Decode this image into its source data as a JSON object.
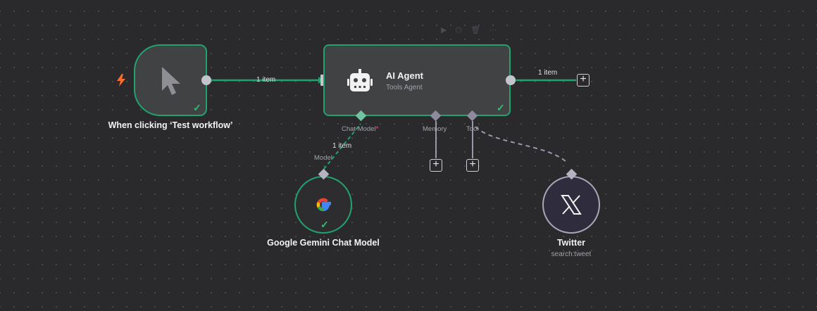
{
  "toolbar": {
    "play": "▶",
    "power": "⏻",
    "trash": "🗑",
    "more": "⋯"
  },
  "trigger": {
    "label": "When clicking ‘Test workflow’",
    "icon": "cursor-pointer-icon"
  },
  "agent": {
    "title": "AI Agent",
    "subtitle": "Tools Agent",
    "icon": "robot-icon"
  },
  "edges": {
    "trigger_to_agent": "1 item",
    "agent_output": "1 item",
    "model_to_agent": "1 item"
  },
  "ports": {
    "chat_model": "Chat Model",
    "required_marker": "*",
    "memory": "Memory",
    "tool": "Tool",
    "model": "Model"
  },
  "gemini": {
    "label": "Google Gemini Chat Model",
    "icon": "google-g-icon"
  },
  "twitter": {
    "label": "Twitter",
    "subtitle": "search:tweet",
    "icon": "x-logo-icon"
  },
  "colors": {
    "success": "#21a36f",
    "trigger_bolt": "#ff6d2d",
    "canvas": "#2a2a2c",
    "node": "#414244"
  }
}
